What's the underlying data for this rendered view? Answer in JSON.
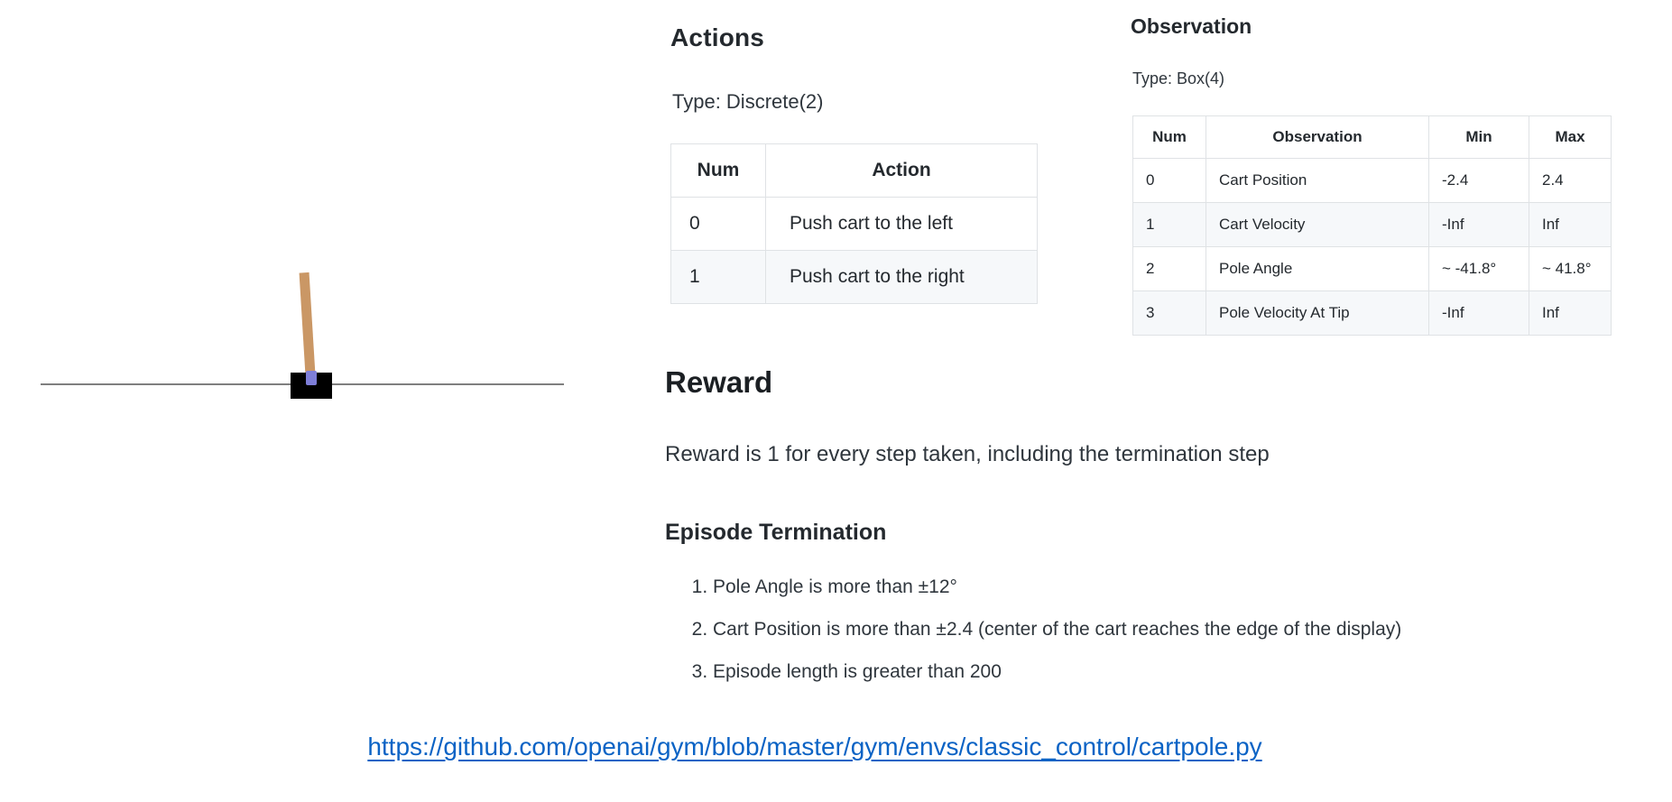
{
  "cartpole": {
    "name": "cartpole-environment-render",
    "track_color": "#7f7f7f",
    "cart_color": "#000000",
    "pole_color": "#ca9765",
    "axle_color": "#7e7ed8"
  },
  "actions": {
    "heading": "Actions",
    "type_label": "Type: Discrete(2)",
    "table": {
      "headers": [
        "Num",
        "Action"
      ],
      "rows": [
        [
          "0",
          "Push cart to the left"
        ],
        [
          "1",
          "Push cart to the right"
        ]
      ]
    }
  },
  "observation": {
    "heading": "Observation",
    "type_label": "Type: Box(4)",
    "table": {
      "headers": [
        "Num",
        "Observation",
        "Min",
        "Max"
      ],
      "rows": [
        [
          "0",
          "Cart Position",
          "-2.4",
          "2.4"
        ],
        [
          "1",
          "Cart Velocity",
          "-Inf",
          "Inf"
        ],
        [
          "2",
          "Pole Angle",
          "~ -41.8°",
          "~ 41.8°"
        ],
        [
          "3",
          "Pole Velocity At Tip",
          "-Inf",
          "Inf"
        ]
      ]
    }
  },
  "reward": {
    "heading": "Reward",
    "text": "Reward is 1 for every step taken, including the termination step"
  },
  "episode_termination": {
    "heading": "Episode Termination",
    "items": [
      "Pole Angle is more than ±12°",
      "Cart Position is more than ±2.4 (center of the cart reaches the edge of the display)",
      "Episode length is greater than 200"
    ]
  },
  "source_link": {
    "url": "https://github.com/openai/gym/blob/master/gym/envs/classic_control/cartpole.py",
    "color": "#0b63c5"
  },
  "colors": {
    "heading_text": "#24292e",
    "body_text": "#2f363d",
    "table_border": "#dfe2e5",
    "table_stripe": "#f6f8fa",
    "page_background": "#ffffff"
  }
}
